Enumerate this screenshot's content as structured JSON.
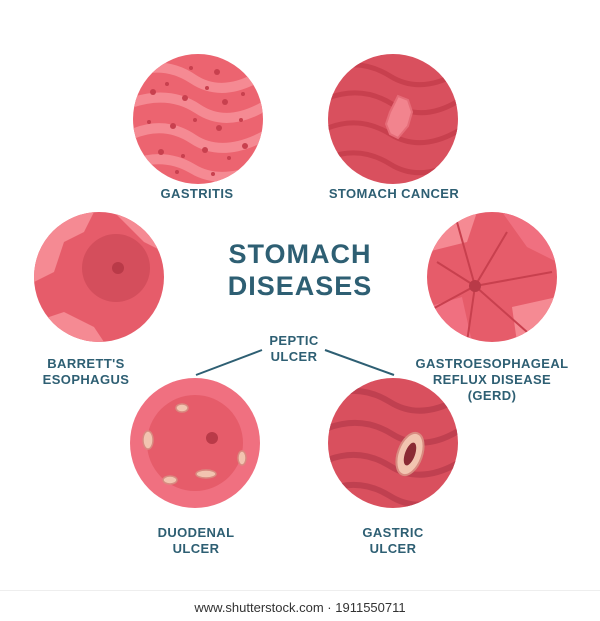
{
  "title": {
    "line1": "STOMACH",
    "line2": "DISEASES"
  },
  "diseases": {
    "gastritis": {
      "label": "GASTRITIS"
    },
    "stomach_cancer": {
      "label": "STOMACH CANCER"
    },
    "barretts": {
      "line1": "BARRETT'S",
      "line2": "ESOPHAGUS"
    },
    "gerd": {
      "line1": "GASTROESOPHAGEAL",
      "line2": "REFLUX DISEASE",
      "line3": "(GERD)"
    },
    "peptic_ulcer": {
      "line1": "PEPTIC",
      "line2": "ULCER"
    },
    "duodenal": {
      "line1": "DUODENAL",
      "line2": "ULCER"
    },
    "gastric": {
      "line1": "GASTRIC",
      "line2": "ULCER"
    }
  },
  "colors": {
    "text": "#2e5f73",
    "tissue_base": "#e85a68",
    "tissue_light": "#f07080",
    "tissue_dark": "#c8404e",
    "lesion": "#f2c4b0"
  },
  "footer": {
    "url": "www.shutterstock.com · 1911550711"
  }
}
